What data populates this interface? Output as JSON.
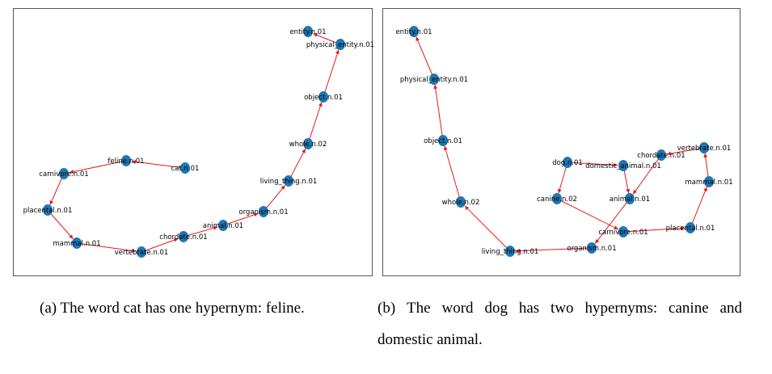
{
  "style": {
    "node_color": "#1f77b4",
    "edge_color": "#e31a1c"
  },
  "panels": [
    {
      "id": "a",
      "nodes": [
        "entity.n.01",
        "physical_entity.n.01",
        "object.n.01",
        "whole.n.02",
        "living_thing.n.01",
        "organism.n.01",
        "animal.n.01",
        "chordate.n.01",
        "vertebrate.n.01",
        "mammal.n.01",
        "placental.n.01",
        "carnivore.n.01",
        "feline.n.01",
        "cat.n.01"
      ],
      "edges": [
        [
          "cat.n.01",
          "feline.n.01"
        ],
        [
          "feline.n.01",
          "carnivore.n.01"
        ],
        [
          "carnivore.n.01",
          "placental.n.01"
        ],
        [
          "placental.n.01",
          "mammal.n.01"
        ],
        [
          "mammal.n.01",
          "vertebrate.n.01"
        ],
        [
          "vertebrate.n.01",
          "chordate.n.01"
        ],
        [
          "chordate.n.01",
          "animal.n.01"
        ],
        [
          "animal.n.01",
          "organism.n.01"
        ],
        [
          "organism.n.01",
          "living_thing.n.01"
        ],
        [
          "living_thing.n.01",
          "whole.n.02"
        ],
        [
          "whole.n.02",
          "object.n.01"
        ],
        [
          "object.n.01",
          "physical_entity.n.01"
        ],
        [
          "physical_entity.n.01",
          "entity.n.01"
        ]
      ]
    },
    {
      "id": "b",
      "nodes": [
        "entity.n.01",
        "physical_entity.n.01",
        "object.n.01",
        "whole.n.02",
        "living_thing.n.01",
        "organism.n.01",
        "carnivore.n.01",
        "placental.n.01",
        "mammal.n.01",
        "vertebrate.n.01",
        "chordate.n.01",
        "animal.n.01",
        "domestic_animal.n.01",
        "dog.n.01",
        "canine.n.02"
      ],
      "edges": [
        [
          "dog.n.01",
          "canine.n.02"
        ],
        [
          "dog.n.01",
          "domestic_animal.n.01"
        ],
        [
          "domestic_animal.n.01",
          "animal.n.01"
        ],
        [
          "canine.n.02",
          "carnivore.n.01"
        ],
        [
          "carnivore.n.01",
          "placental.n.01"
        ],
        [
          "placental.n.01",
          "mammal.n.01"
        ],
        [
          "mammal.n.01",
          "vertebrate.n.01"
        ],
        [
          "vertebrate.n.01",
          "chordate.n.01"
        ],
        [
          "chordate.n.01",
          "animal.n.01"
        ],
        [
          "animal.n.01",
          "organism.n.01"
        ],
        [
          "organism.n.01",
          "living_thing.n.01"
        ],
        [
          "living_thing.n.01",
          "whole.n.02"
        ],
        [
          "whole.n.02",
          "object.n.01"
        ],
        [
          "object.n.01",
          "physical_entity.n.01"
        ],
        [
          "physical_entity.n.01",
          "entity.n.01"
        ]
      ]
    }
  ],
  "captions": {
    "a": "(a) The word cat has one hypernym: feline.",
    "b_line1_words": [
      "(b)",
      "The",
      "word",
      "dog",
      "has",
      "two",
      "hypernyms:",
      "canine",
      "and"
    ],
    "b_line2": "domestic animal."
  }
}
